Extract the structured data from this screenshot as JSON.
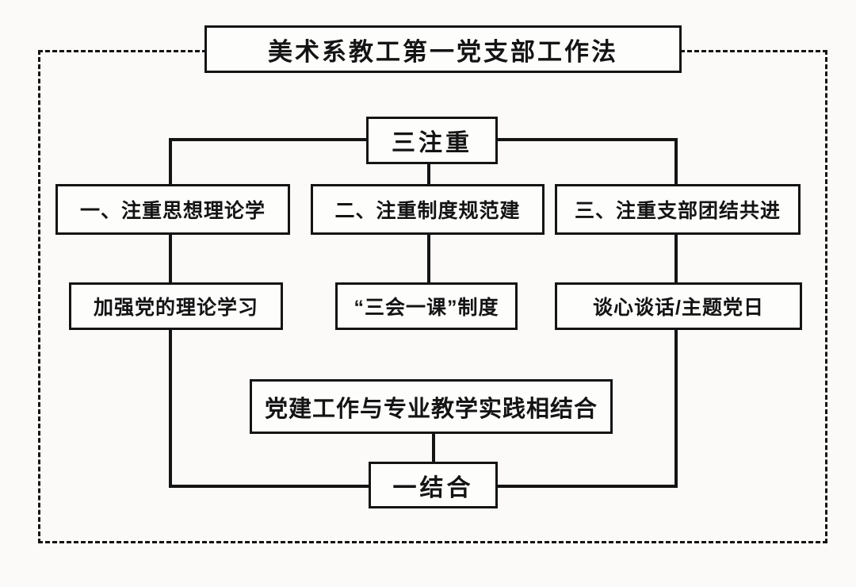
{
  "diagram": {
    "title": "美术系教工第一党支部工作法",
    "top_node": "三注重",
    "pillars": [
      "一、注重思想理论学",
      "二、注重制度规范建",
      "三、注重支部团结共进"
    ],
    "practices": [
      "加强党的理论学习",
      "“三会一课”制度",
      "谈心谈话/主题党日"
    ],
    "integration": "党建工作与专业教学实践相结合",
    "bottom_node": "一结合"
  },
  "colors": {
    "line": "#141414",
    "background": "#fbfaf8",
    "box_fill": "#fdfdfc"
  }
}
